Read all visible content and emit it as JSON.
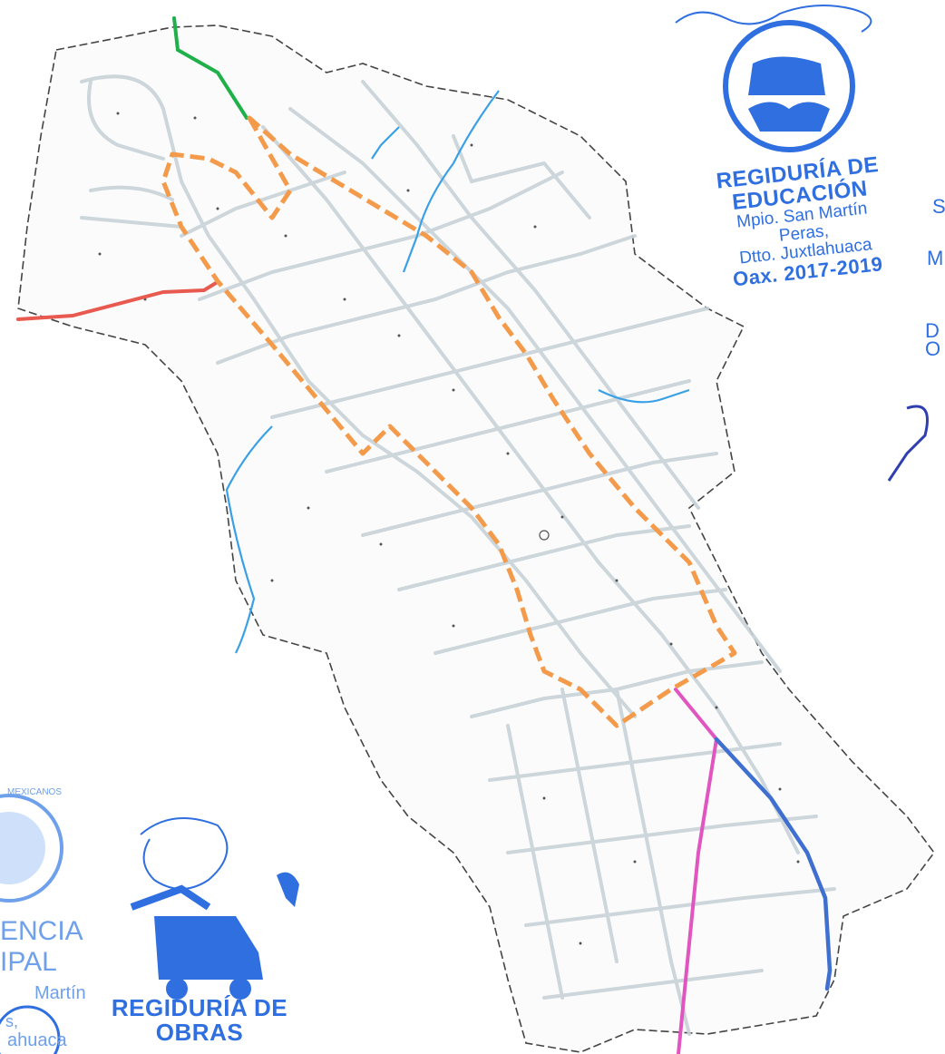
{
  "stamps": {
    "education": {
      "line1": "REGIDURÍA DE",
      "line2": "EDUCACIÓN",
      "line3": "Mpio. San Martín",
      "line4": "Peras,",
      "line5": "Dtto. Juxtlahuaca",
      "line6": "Oax. 2017-2019"
    },
    "works": {
      "line1": "REGIDURÍA DE",
      "line2": "OBRAS"
    },
    "left_partial": {
      "line1": "ENCIA",
      "line2": "IPAL",
      "line3": "Martín",
      "line4": "s,",
      "line5": "ahuaca",
      "ring": "MEXICANOS"
    },
    "right_partial": {
      "line1": "S",
      "line2": "M",
      "line3": "D",
      "line4": "O"
    }
  },
  "colors": {
    "stamp_blue": "#2f6fe0",
    "route_orange": "#f39a4b",
    "route_green": "#1fb04a",
    "route_red": "#e85a4f",
    "route_pink": "#e055c0",
    "route_blue": "#3f6fcf",
    "river_blue": "#3aa0e6",
    "street_grey": "#c8d3d8",
    "boundary_dark": "#444444"
  }
}
